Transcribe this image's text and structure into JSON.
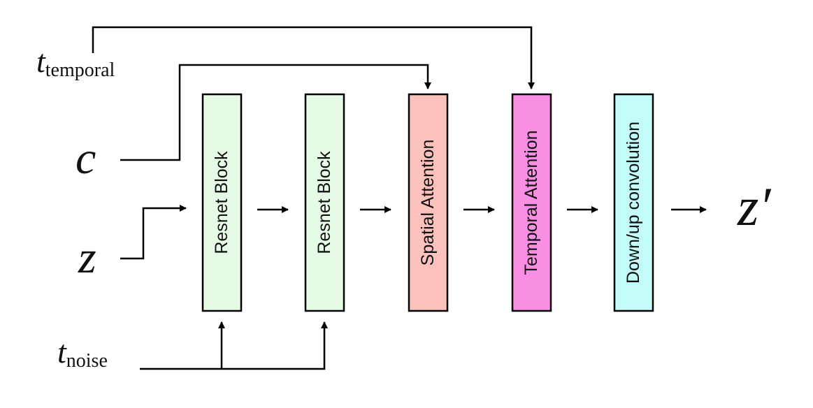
{
  "inputs": {
    "t_temporal": {
      "symbol": "t",
      "subscript": "temporal"
    },
    "c": {
      "symbol": "c"
    },
    "z": {
      "symbol": "z"
    },
    "t_noise": {
      "symbol": "t",
      "subscript": "noise"
    }
  },
  "output": {
    "symbol": "z′"
  },
  "blocks": [
    {
      "label": "Resnet Block",
      "color": "#e6fbe6"
    },
    {
      "label": "Resnet Block",
      "color": "#e6fbe6"
    },
    {
      "label": "Spatial Attention",
      "color": "#fbc2bd"
    },
    {
      "label": "Temporal Attention",
      "color": "#f98fe3"
    },
    {
      "label": "Down/up convolution",
      "color": "#c2fbf8"
    }
  ]
}
